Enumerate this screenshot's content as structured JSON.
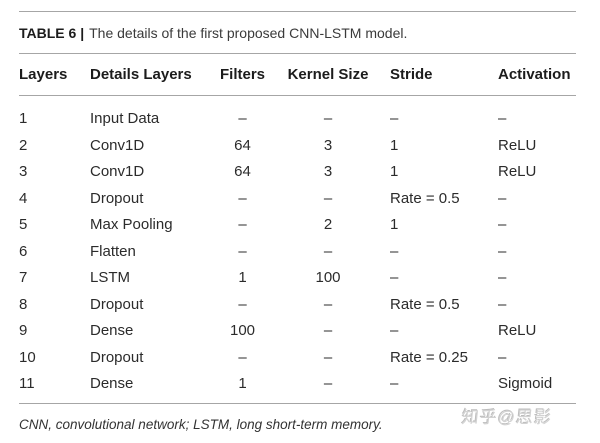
{
  "table": {
    "label": "TABLE 6 |",
    "caption": "The details of the first proposed CNN-LSTM model.",
    "columns": [
      "Layers",
      "Details Layers",
      "Filters",
      "Kernel Size",
      "Stride",
      "Activation"
    ],
    "rows": [
      [
        "1",
        "Input Data",
        "–",
        "–",
        "–",
        "–"
      ],
      [
        "2",
        "Conv1D",
        "64",
        "3",
        "1",
        "ReLU"
      ],
      [
        "3",
        "Conv1D",
        "64",
        "3",
        "1",
        "ReLU"
      ],
      [
        "4",
        "Dropout",
        "–",
        "–",
        "Rate = 0.5",
        "–"
      ],
      [
        "5",
        "Max Pooling",
        "–",
        "2",
        "1",
        "–"
      ],
      [
        "6",
        "Flatten",
        "–",
        "–",
        "–",
        "–"
      ],
      [
        "7",
        "LSTM",
        "1",
        "100",
        "–",
        "–"
      ],
      [
        "8",
        "Dropout",
        "–",
        "–",
        "Rate = 0.5",
        "–"
      ],
      [
        "9",
        "Dense",
        "100",
        "–",
        "–",
        "ReLU"
      ],
      [
        "10",
        "Dropout",
        "–",
        "–",
        "Rate = 0.25",
        "–"
      ],
      [
        "11",
        "Dense",
        "1",
        "–",
        "–",
        "Sigmoid"
      ]
    ],
    "footnote": "CNN, convolutional network; LSTM, long short-term memory."
  },
  "watermark": "知乎@思影",
  "colors": {
    "background": "#ffffff",
    "text": "#2b2b2b",
    "rule": "#a6a6a6",
    "watermark": "#d2d2d2"
  }
}
